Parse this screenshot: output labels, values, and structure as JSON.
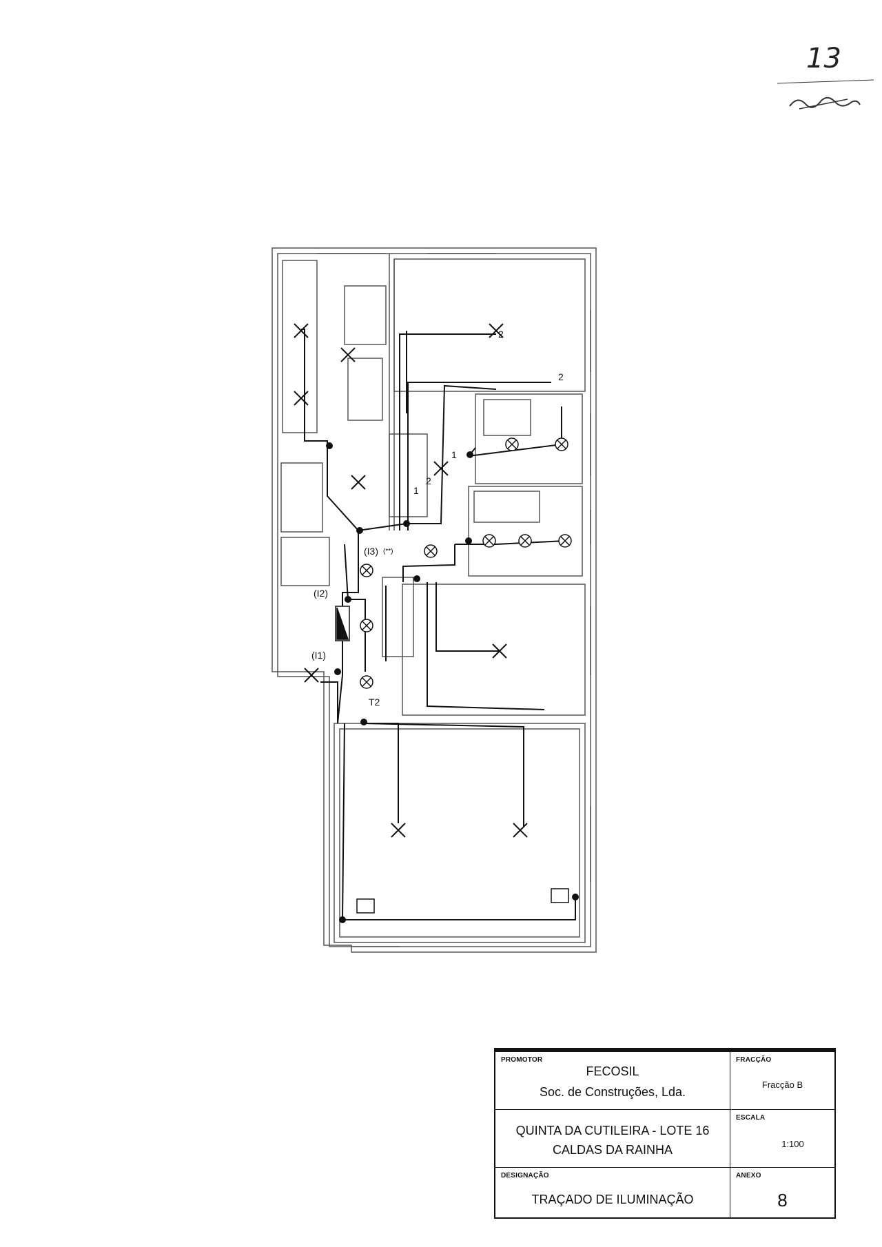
{
  "page_number": "13",
  "plan": {
    "circuit_labels": {
      "c1": "(I1)",
      "c2": "(I2)",
      "c3": "(I3)",
      "c3_note": "(**)"
    },
    "switch_numbers": [
      "2",
      "2",
      "1",
      "2",
      "1"
    ],
    "timer_label": "T2"
  },
  "title_block": {
    "promotor_label": "PROMOTOR",
    "promotor_name": "FECOSIL",
    "promotor_company": "Soc. de Construções,  Lda.",
    "fraccao_label": "FRACÇÃO",
    "fraccao_value": "Fracção B",
    "project_line1": "QUINTA DA CUTILEIRA - LOTE 16",
    "project_line2": "CALDAS DA RAINHA",
    "escala_label": "ESCALA",
    "escala_value": "1:100",
    "designacao_label": "DESIGNAÇÃO",
    "designacao_value": "TRAÇADO DE ILUMINAÇÃO",
    "anexo_label": "ANEXO",
    "anexo_value": "8"
  },
  "colors": {
    "line": "#111111",
    "wall": "#555555",
    "ink": "#333333"
  }
}
